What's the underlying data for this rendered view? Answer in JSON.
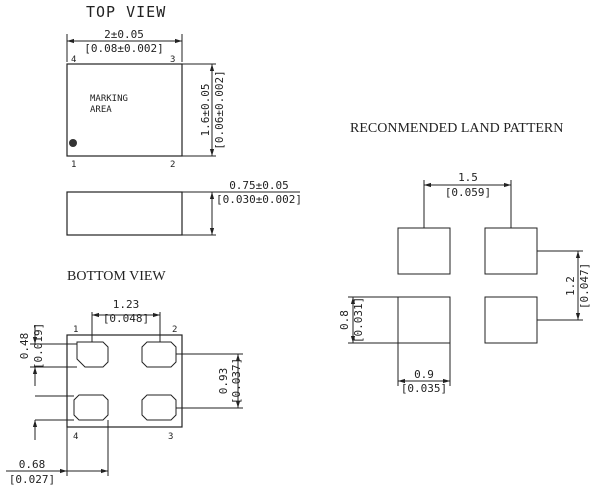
{
  "top_view": {
    "title": "TOP VIEW",
    "width_mm": "2±0.05",
    "width_in": "[0.08±0.002]",
    "height_mm": "1.6±0.05",
    "height_in": "[0.06±0.002]",
    "marking_line1": "MARKING",
    "marking_line2": "AREA",
    "pins": [
      "1",
      "2",
      "3",
      "4"
    ]
  },
  "side_view": {
    "thickness_mm": "0.75±0.05",
    "thickness_in": "[0.030±0.002]"
  },
  "bottom_view": {
    "title": "BOTTOM VIEW",
    "pitch_x_mm": "1.23",
    "pitch_x_in": "[0.048]",
    "pad_h_mm": "0.48",
    "pad_h_in": "[0.019]",
    "pitch_y_mm": "0.93",
    "pitch_y_in": "[0.037]",
    "pad_w_mm": "0.68",
    "pad_w_in": "[0.027]",
    "pins": [
      "1",
      "2",
      "3",
      "4"
    ]
  },
  "land_pattern": {
    "title": "RECONMENDED LAND PATTERN",
    "pitch_x_mm": "1.5",
    "pitch_x_in": "[0.059]",
    "pitch_y_mm": "1.2",
    "pitch_y_in": "[0.047]",
    "pad_h_mm": "0.8",
    "pad_h_in": "[0.031]",
    "pad_w_mm": "0.9",
    "pad_w_in": "[0.035]"
  }
}
